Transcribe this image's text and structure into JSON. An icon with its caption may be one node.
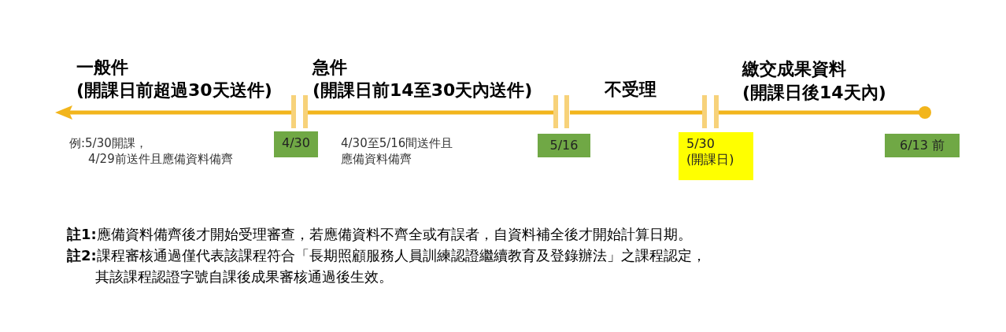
{
  "diagram": {
    "nodes": [
      {
        "text": [
          "4/30"
        ]
      },
      {
        "text": [
          "5/16"
        ]
      },
      {
        "text": [
          "5/30",
          "(開課日)"
        ]
      },
      {
        "text": [
          "6/13 前"
        ]
      }
    ],
    "labels": [
      "一般件",
      "(開課日前超過30天送件)",
      "急件",
      "(開課日前14至30天內送件)",
      "不受理",
      "繳交成果資料",
      "(開課日後14天內)",
      "例:5/30開課，4/29前送件且應備資料備齊",
      "4/30至5/16間送件且應備資料備齊",
      "**註1:**應備資料備齊後才開始受理審查，若應備資料不齊全或有誤者，自資料補全後才開始計算日期。",
      "**註2:**課程審核通過僅代表該課程符合「長期照顧服務人員訓練認證繼續教育及登錄辦法」之課程認定，其該課程認證字號自課後成果審核通過後生效。"
    ]
  }
}
